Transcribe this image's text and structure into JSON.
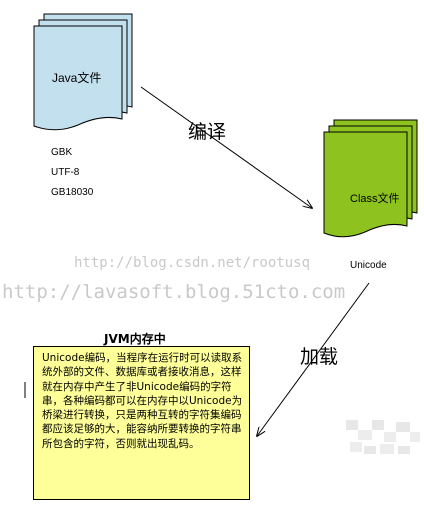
{
  "java_file": {
    "label": "Java文件",
    "color": "#c3e0ee"
  },
  "class_file": {
    "label": "Class文件",
    "color": "#8dc21f"
  },
  "encodings": [
    "GBK",
    "UTF-8",
    "GB18030"
  ],
  "class_encoding": "Unicode",
  "arrows": {
    "compile": "编译",
    "load": "加载"
  },
  "jvm": {
    "title": "JVM内存中",
    "text": "Unicode编码，当程序在运行时可以读取系统外部的文件、数据库或者接收消息，这样就在内存中产生了非Unicode编码的字符串，各种编码都可以在内存中以Unicode为桥梁进行转换，只是两种互转的字符集编码都应该足够的大，能容纳所要转换的字符串所包含的字符，否则就出现乱码。",
    "box_color": "#ffff99"
  },
  "watermarks": [
    "http://blog.csdn.net/rootusq",
    "http://lavasoft.blog.51cto.com"
  ]
}
